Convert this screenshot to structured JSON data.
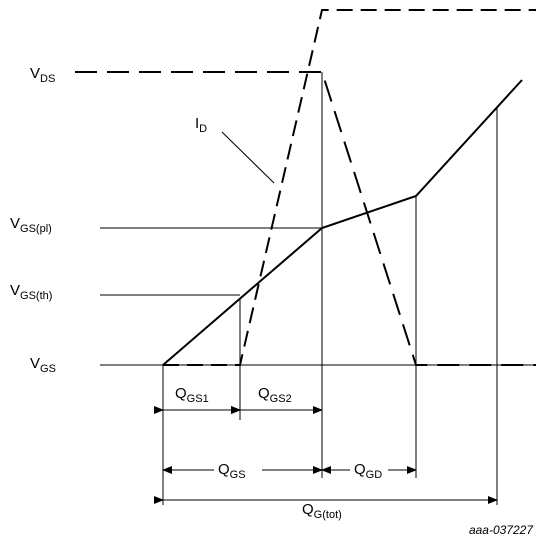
{
  "labels": {
    "vds": {
      "main": "V",
      "sub": "DS"
    },
    "id": {
      "main": "I",
      "sub": "D"
    },
    "vgs_pl": {
      "main": "V",
      "sub": "GS(pl)"
    },
    "vgs_th": {
      "main": "V",
      "sub": "GS(th)"
    },
    "vgs": {
      "main": "V",
      "sub": "GS"
    },
    "qgs1": {
      "main": "Q",
      "sub": "GS1"
    },
    "qgs2": {
      "main": "Q",
      "sub": "GS2"
    },
    "qgs": {
      "main": "Q",
      "sub": "GS"
    },
    "qgd": {
      "main": "Q",
      "sub": "GD"
    },
    "qgtot": {
      "main": "Q",
      "sub": "G(tot)"
    }
  },
  "figure_code": "aaa-037227"
}
